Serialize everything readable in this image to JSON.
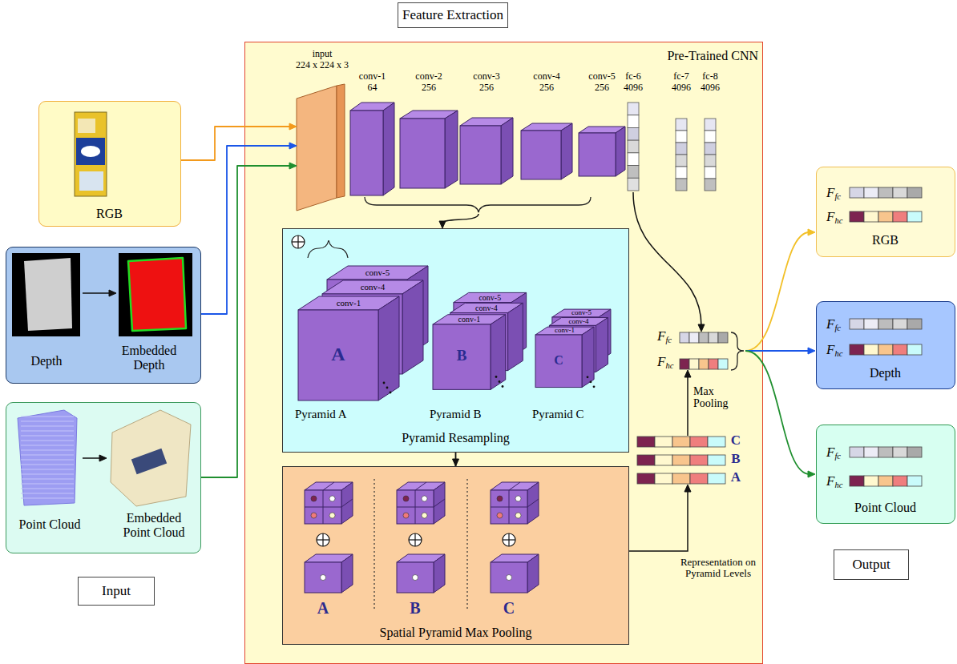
{
  "diagram": {
    "nodes": [
      {
        "text": [
          "Feature Extraction"
        ]
      },
      {
        "text": [
          "RGB"
        ]
      },
      {
        "text": [
          "Depth",
          "Embedded Depth"
        ]
      },
      {
        "text": [
          "Point Cloud",
          "Embedded Point Cloud"
        ]
      },
      {
        "text": [
          "Input"
        ]
      },
      {
        "text": [
          "Pre-Trained CNN"
        ]
      },
      {
        "text": [
          "input 224 x 224 x 3"
        ],
        "in": 5
      },
      {
        "text": [
          "conv-1 64"
        ],
        "in": 5
      },
      {
        "text": [
          "conv-2 256"
        ],
        "in": 5
      },
      {
        "text": [
          "conv-3 256"
        ],
        "in": 5
      },
      {
        "text": [
          "conv-4 256"
        ],
        "in": 5
      },
      {
        "text": [
          "conv-5 256"
        ],
        "in": 5
      },
      {
        "text": [
          "fc-6 4096"
        ],
        "in": 5
      },
      {
        "text": [
          "fc-7 4096"
        ],
        "in": 5
      },
      {
        "text": [
          "fc-8 4096"
        ],
        "in": 5
      },
      {
        "text": [
          "Pyramid Resampling"
        ],
        "in": 5
      },
      {
        "text": [
          "Spatial Pyramid Max Pooling"
        ],
        "in": 5
      },
      {
        "text": [
          "Ffc",
          "Fhc",
          "RGB"
        ]
      },
      {
        "text": [
          "Ffc",
          "Fhc",
          "Depth"
        ]
      },
      {
        "text": [
          "Ffc",
          "Fhc",
          "Point Cloud"
        ]
      },
      {
        "text": [
          "Output"
        ]
      }
    ],
    "edges": [
      {
        "from": 1,
        "to": 6,
        "arrow": "to"
      },
      {
        "from": 2,
        "to": 6,
        "arrow": "to"
      },
      {
        "from": 3,
        "to": 6,
        "arrow": "to"
      },
      {
        "from": 15,
        "to": 16,
        "arrow": "to"
      }
    ],
    "labels": [
      "conv-5",
      "conv-4",
      "conv-1",
      "A",
      "Pyramid A",
      "conv-5",
      "conv-4",
      "conv-1",
      "B",
      "Pyramid B",
      "conv-5",
      "conv-4",
      "conv-1",
      "C",
      "Pyramid C",
      "A",
      "B",
      "C",
      "Ffc",
      "Fhc",
      "Max Pooling",
      "C",
      "B",
      "A",
      "Representation on Pyramid Levels"
    ]
  }
}
